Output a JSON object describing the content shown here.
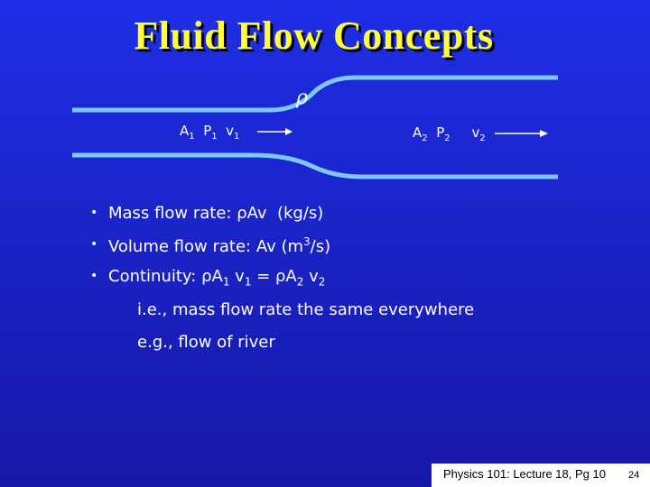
{
  "title": "Fluid Flow Concepts",
  "diagram": {
    "rho": "ρ",
    "a1": "A",
    "a1_sub": "1",
    "p1": "P",
    "p1_sub": "1",
    "v1": "v",
    "v1_sub": "1",
    "a2": "A",
    "a2_sub": "2",
    "p2": "P",
    "p2_sub": "2",
    "v2": "v",
    "v2_sub": "2"
  },
  "bullets": [
    {
      "prefix": "Mass flow rate: ",
      "formula": "ρAv",
      "suffix": "  (kg/s)"
    },
    {
      "prefix": "Volume flow rate: ",
      "formula": "Av",
      "suffix": " (m",
      "sup": "3",
      "suffix2": "/s)"
    },
    {
      "prefix": "Continuity: ",
      "f1": "ρA",
      "s1": "1",
      "f2": " v",
      "s2": "1",
      "eq": " = ",
      "f3": "ρA",
      "s3": "2",
      "f4": " v",
      "s4": "2"
    }
  ],
  "notes": [
    "i.e., mass flow rate the same everywhere",
    "e.g., flow of river"
  ],
  "footer": "Physics 101: Lecture 18, Pg 10",
  "page_number": "24"
}
